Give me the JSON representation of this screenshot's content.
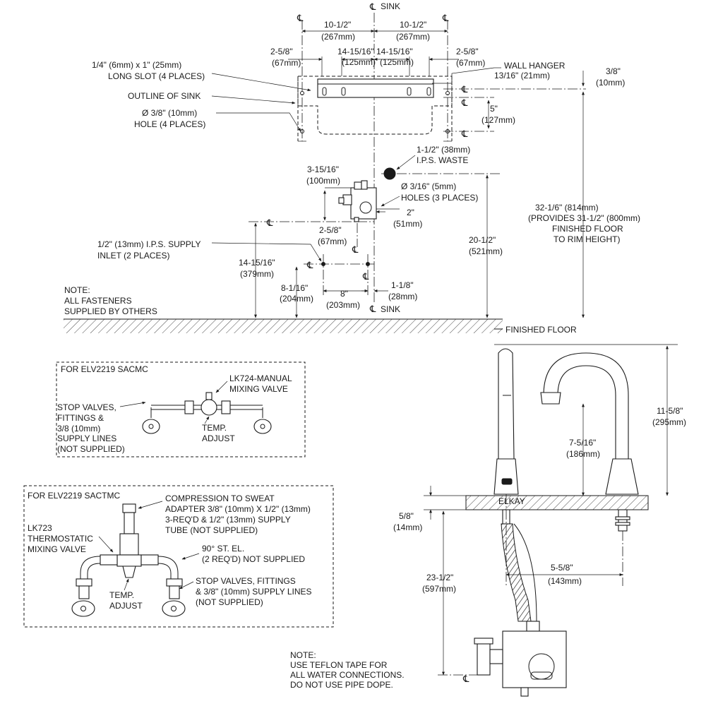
{
  "centerline_symbol": "℄",
  "top_view": {
    "sink_cl_top": "SINK",
    "sink_cl_bottom": "SINK",
    "dim_left_half": [
      "10-1/2\"",
      "(267mm)"
    ],
    "dim_right_half": [
      "10-1/2\"",
      "(267mm)"
    ],
    "dim_left_outer": [
      "2-5/8\"",
      "(67mm)"
    ],
    "dim_left_inner": [
      "14-15/16\"",
      "(125mm)"
    ],
    "dim_right_inner": [
      "14-15/16\"",
      "(125mm)"
    ],
    "dim_right_outer": [
      "2-5/8\"",
      "(67mm)"
    ],
    "wall_hanger": "WALL HANGER",
    "dim_hanger_offset": "13/16\" (21mm)",
    "dim_3_8": [
      "3/8\"",
      "(10mm)"
    ],
    "dim_5": [
      "5\"",
      "(127mm)"
    ],
    "long_slot": [
      "1/4\" (6mm) x 1\" (25mm)",
      "LONG SLOT (4 PLACES)"
    ],
    "outline_of_sink": "OUTLINE OF SINK",
    "hole": [
      "Ø 3/8\" (10mm)",
      "HOLE (4 PLACES)"
    ],
    "ips_waste": [
      "1-1/2\" (38mm)",
      "I.P.S. WASTE"
    ],
    "dim_3_15_16": [
      "3-15/16\"",
      "(100mm)"
    ],
    "holes_3_16": [
      "Ø 3/16\" (5mm)",
      "HOLES (3 PLACES)"
    ],
    "dim_2": [
      "2\"",
      "(51mm)"
    ],
    "dim_2_5_8_lower": [
      "2-5/8\"",
      "(67mm)"
    ],
    "supply_inlet": [
      "1/2\" (13mm) I.P.S. SUPPLY",
      "INLET (2 PLACES)"
    ],
    "dim_14_15_16": [
      "14-15/16\"",
      "(379mm)"
    ],
    "dim_8_1_16": [
      "8-1/16\"",
      "(204mm)"
    ],
    "dim_8": [
      "8\"",
      "(203mm)"
    ],
    "dim_1_1_8": [
      "1-1/8\"",
      "(28mm)"
    ],
    "dim_20_1_2": [
      "20-1/2\"",
      "(521mm)"
    ],
    "dim_32_1_6": [
      "32-1/6\" (814mm)",
      "(PROVIDES 31-1/2\" (800mm)",
      "FINISHED FLOOR",
      "TO RIM HEIGHT)"
    ],
    "note": [
      "NOTE:",
      "ALL FASTENERS",
      "SUPPLIED BY OTHERS"
    ],
    "finished_floor": "FINISHED FLOOR"
  },
  "sacmc_box": {
    "title": "FOR ELV2219 SACMC",
    "lk724": [
      "LK724-MANUAL",
      "MIXING VALVE"
    ],
    "stop_valves": [
      "STOP VALVES,",
      "FITTINGS &",
      "3/8 (10mm)",
      "SUPPLY LINES",
      "(NOT SUPPLIED)"
    ],
    "temp_adjust": [
      "TEMP.",
      "ADJUST"
    ]
  },
  "sactmc_box": {
    "title": "FOR ELV2219 SACTMC",
    "compression": [
      "COMPRESSION TO SWEAT",
      "ADAPTER 3/8\" (10mm) X 1/2\" (13mm)",
      "3-REQ'D & 1/2\" (13mm) SUPPLY",
      "TUBE (NOT SUPPLIED)"
    ],
    "lk723": [
      "LK723",
      "THERMOSTATIC",
      "MIXING VALVE"
    ],
    "elbow": [
      "90° ST. EL.",
      "(2 REQ'D) NOT SUPPLIED"
    ],
    "stop_valves": [
      "STOP VALVES, FITTINGS",
      "& 3/8\" (10mm) SUPPLY LINES",
      "(NOT SUPPLIED)"
    ],
    "temp_adjust": [
      "TEMP.",
      "ADJUST"
    ]
  },
  "faucet_view": {
    "dim_11_5_8": [
      "11-5/8\"",
      "(295mm)"
    ],
    "dim_7_5_16": [
      "7-5/16\"",
      "(186mm)"
    ],
    "dim_5_8": [
      "5/8\"",
      "(14mm)"
    ],
    "dim_5_5_8": [
      "5-5/8\"",
      "(143mm)"
    ],
    "dim_23_1_2": [
      "23-1/2\"",
      "(597mm)"
    ],
    "brand": "ELKAY"
  },
  "bottom_note": [
    "NOTE:",
    "USE TEFLON TAPE FOR",
    "ALL WATER CONNECTIONS.",
    "DO NOT USE PIPE DOPE."
  ]
}
